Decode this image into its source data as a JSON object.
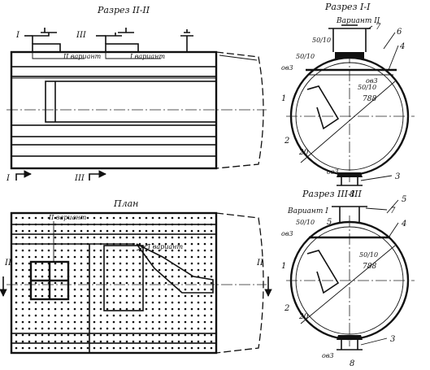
{
  "titles": {
    "section_2": "Разрез II-II",
    "section_1": "Разрез I-I",
    "plan": "План",
    "section_3": "Разрез III-III"
  },
  "variants": {
    "v2": "II вариант",
    "v1": "I вариант",
    "v2_caps": "Вариант II",
    "v1_caps": "Вариант I"
  },
  "marks": {
    "m1": "I",
    "m2": "II",
    "m3": "III"
  },
  "dims": {
    "d50_10": "50/10",
    "dia": "788",
    "d20": "20",
    "ob3": "ов3"
  },
  "callouts": {
    "c1": "1",
    "c2": "2",
    "c3": "3",
    "c4": "4",
    "c5": "5",
    "c6": "6",
    "c7": "7",
    "c8": "8"
  }
}
